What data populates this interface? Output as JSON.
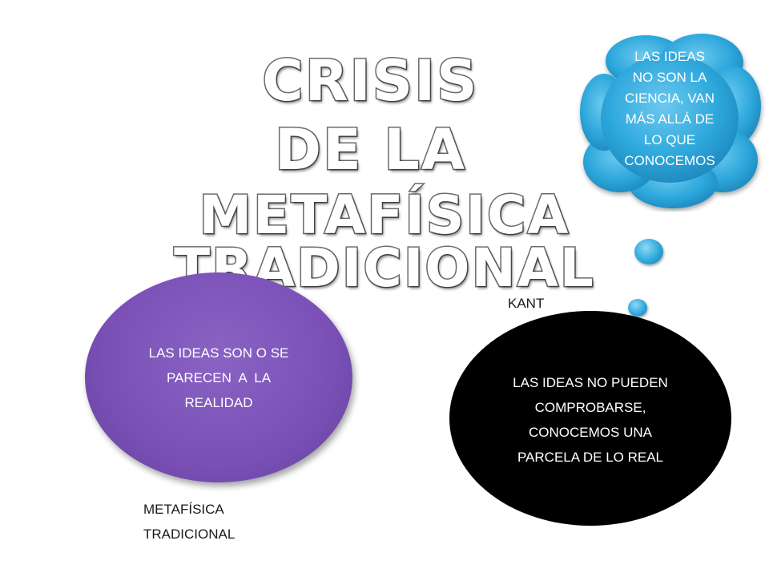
{
  "slide": {
    "title": {
      "line1": "CRISIS",
      "line2": "DE LA",
      "line3": "METAFÍSICA TRADICIONAL"
    },
    "thought_cloud": {
      "lines": [
        "LAS IDEAS",
        "NO SON LA",
        "CIENCIA, VAN",
        "MÁS ALLÁ DE",
        "LO QUE",
        "CONOCEMOS"
      ],
      "color": "#2ea8dc"
    },
    "purple_ellipse": {
      "lines": [
        "LAS IDEAS SON O SE",
        "PARECEN  A  LA",
        "REALIDAD"
      ],
      "color": "#7a50b6"
    },
    "black_ellipse": {
      "lines": [
        "LAS IDEAS NO PUEDEN",
        "COMPROBARSE,",
        "CONOCEMOS UNA",
        "PARCELA DE LO REAL"
      ],
      "color": "#000000"
    },
    "kant_label": "KANT",
    "metafisica_label": {
      "lines": [
        "METAFÍSICA",
        "TRADICIONAL"
      ]
    }
  }
}
